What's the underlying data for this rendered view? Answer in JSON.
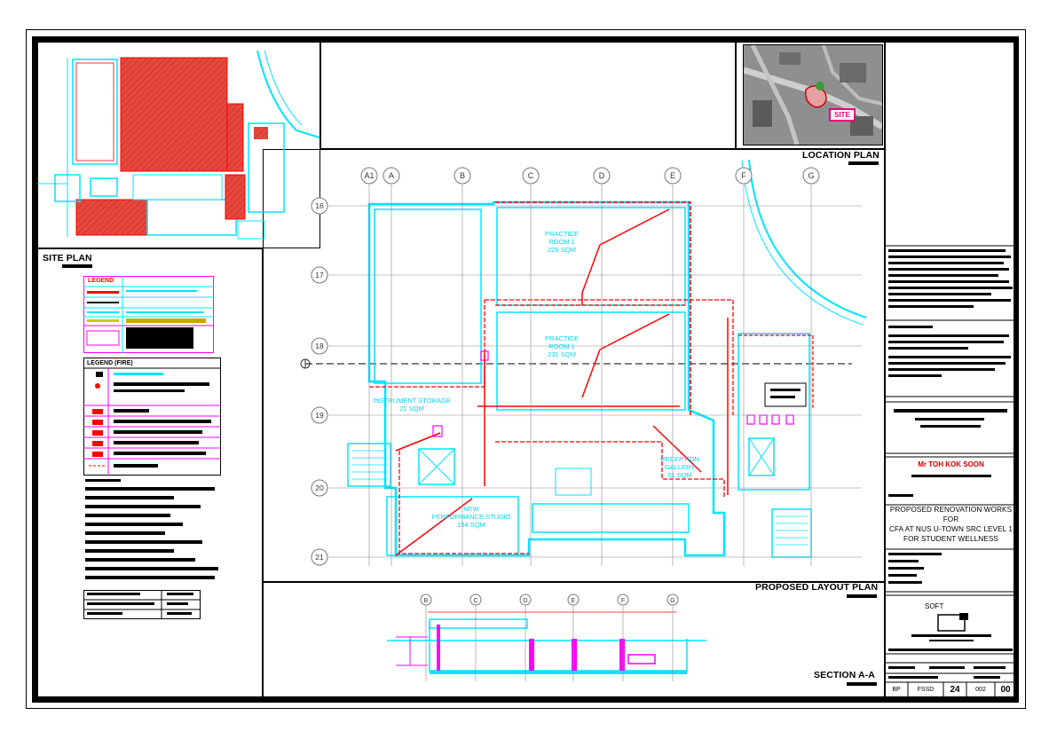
{
  "titles": {
    "site_plan": "SITE PLAN",
    "location_plan": "LOCATION PLAN",
    "proposed_layout_plan": "PROPOSED LAYOUT PLAN",
    "section": "SECTION A-A"
  },
  "legend": {
    "legend_label": "LEGEND",
    "legend_fire_label": "LEGEND (FIRE)"
  },
  "location_map": {
    "site_label": "SITE"
  },
  "grid": {
    "columns": [
      "A1",
      "A",
      "B",
      "C",
      "D",
      "E",
      "F",
      "G"
    ],
    "rows": [
      "16",
      "17",
      "18",
      "19",
      "20",
      "21"
    ]
  },
  "rooms": [
    {
      "name": "PRACTICE",
      "line2": "ROOM 1",
      "area": "228 SQM"
    },
    {
      "name": "PRACTICE",
      "line2": "ROOM 1",
      "area": "231 SQM"
    },
    {
      "name": "INSTRUMENT STORAGE",
      "line2": "",
      "area": "21 SQM"
    },
    {
      "name": "RECEPTION",
      "line2": "GALLERY",
      "area": "51 SQM"
    },
    {
      "name": "NEW",
      "line2": "PERFORMANCE STUDIO",
      "area": "154 SQM"
    }
  ],
  "section_columns": [
    "B",
    "C",
    "D",
    "E",
    "F",
    "G"
  ],
  "title_block": {
    "person": "Mr TOH KOK SOON",
    "project_lines": [
      "PROPOSED RENOVATION WORKS FOR",
      "CFA AT NUS U-TOWN SRC LEVEL 1",
      "FOR STUDENT WELLNESS"
    ],
    "soft_label": "SOFT",
    "footer_cells": [
      "BP",
      "FSSD",
      "24",
      "002",
      "00"
    ]
  },
  "colors": {
    "cyan": "#00e5ff",
    "red": "#ff0000",
    "magenta": "#ff00ff",
    "hatch_red": "#e8473c",
    "grid_gray": "#8c8c8c"
  }
}
